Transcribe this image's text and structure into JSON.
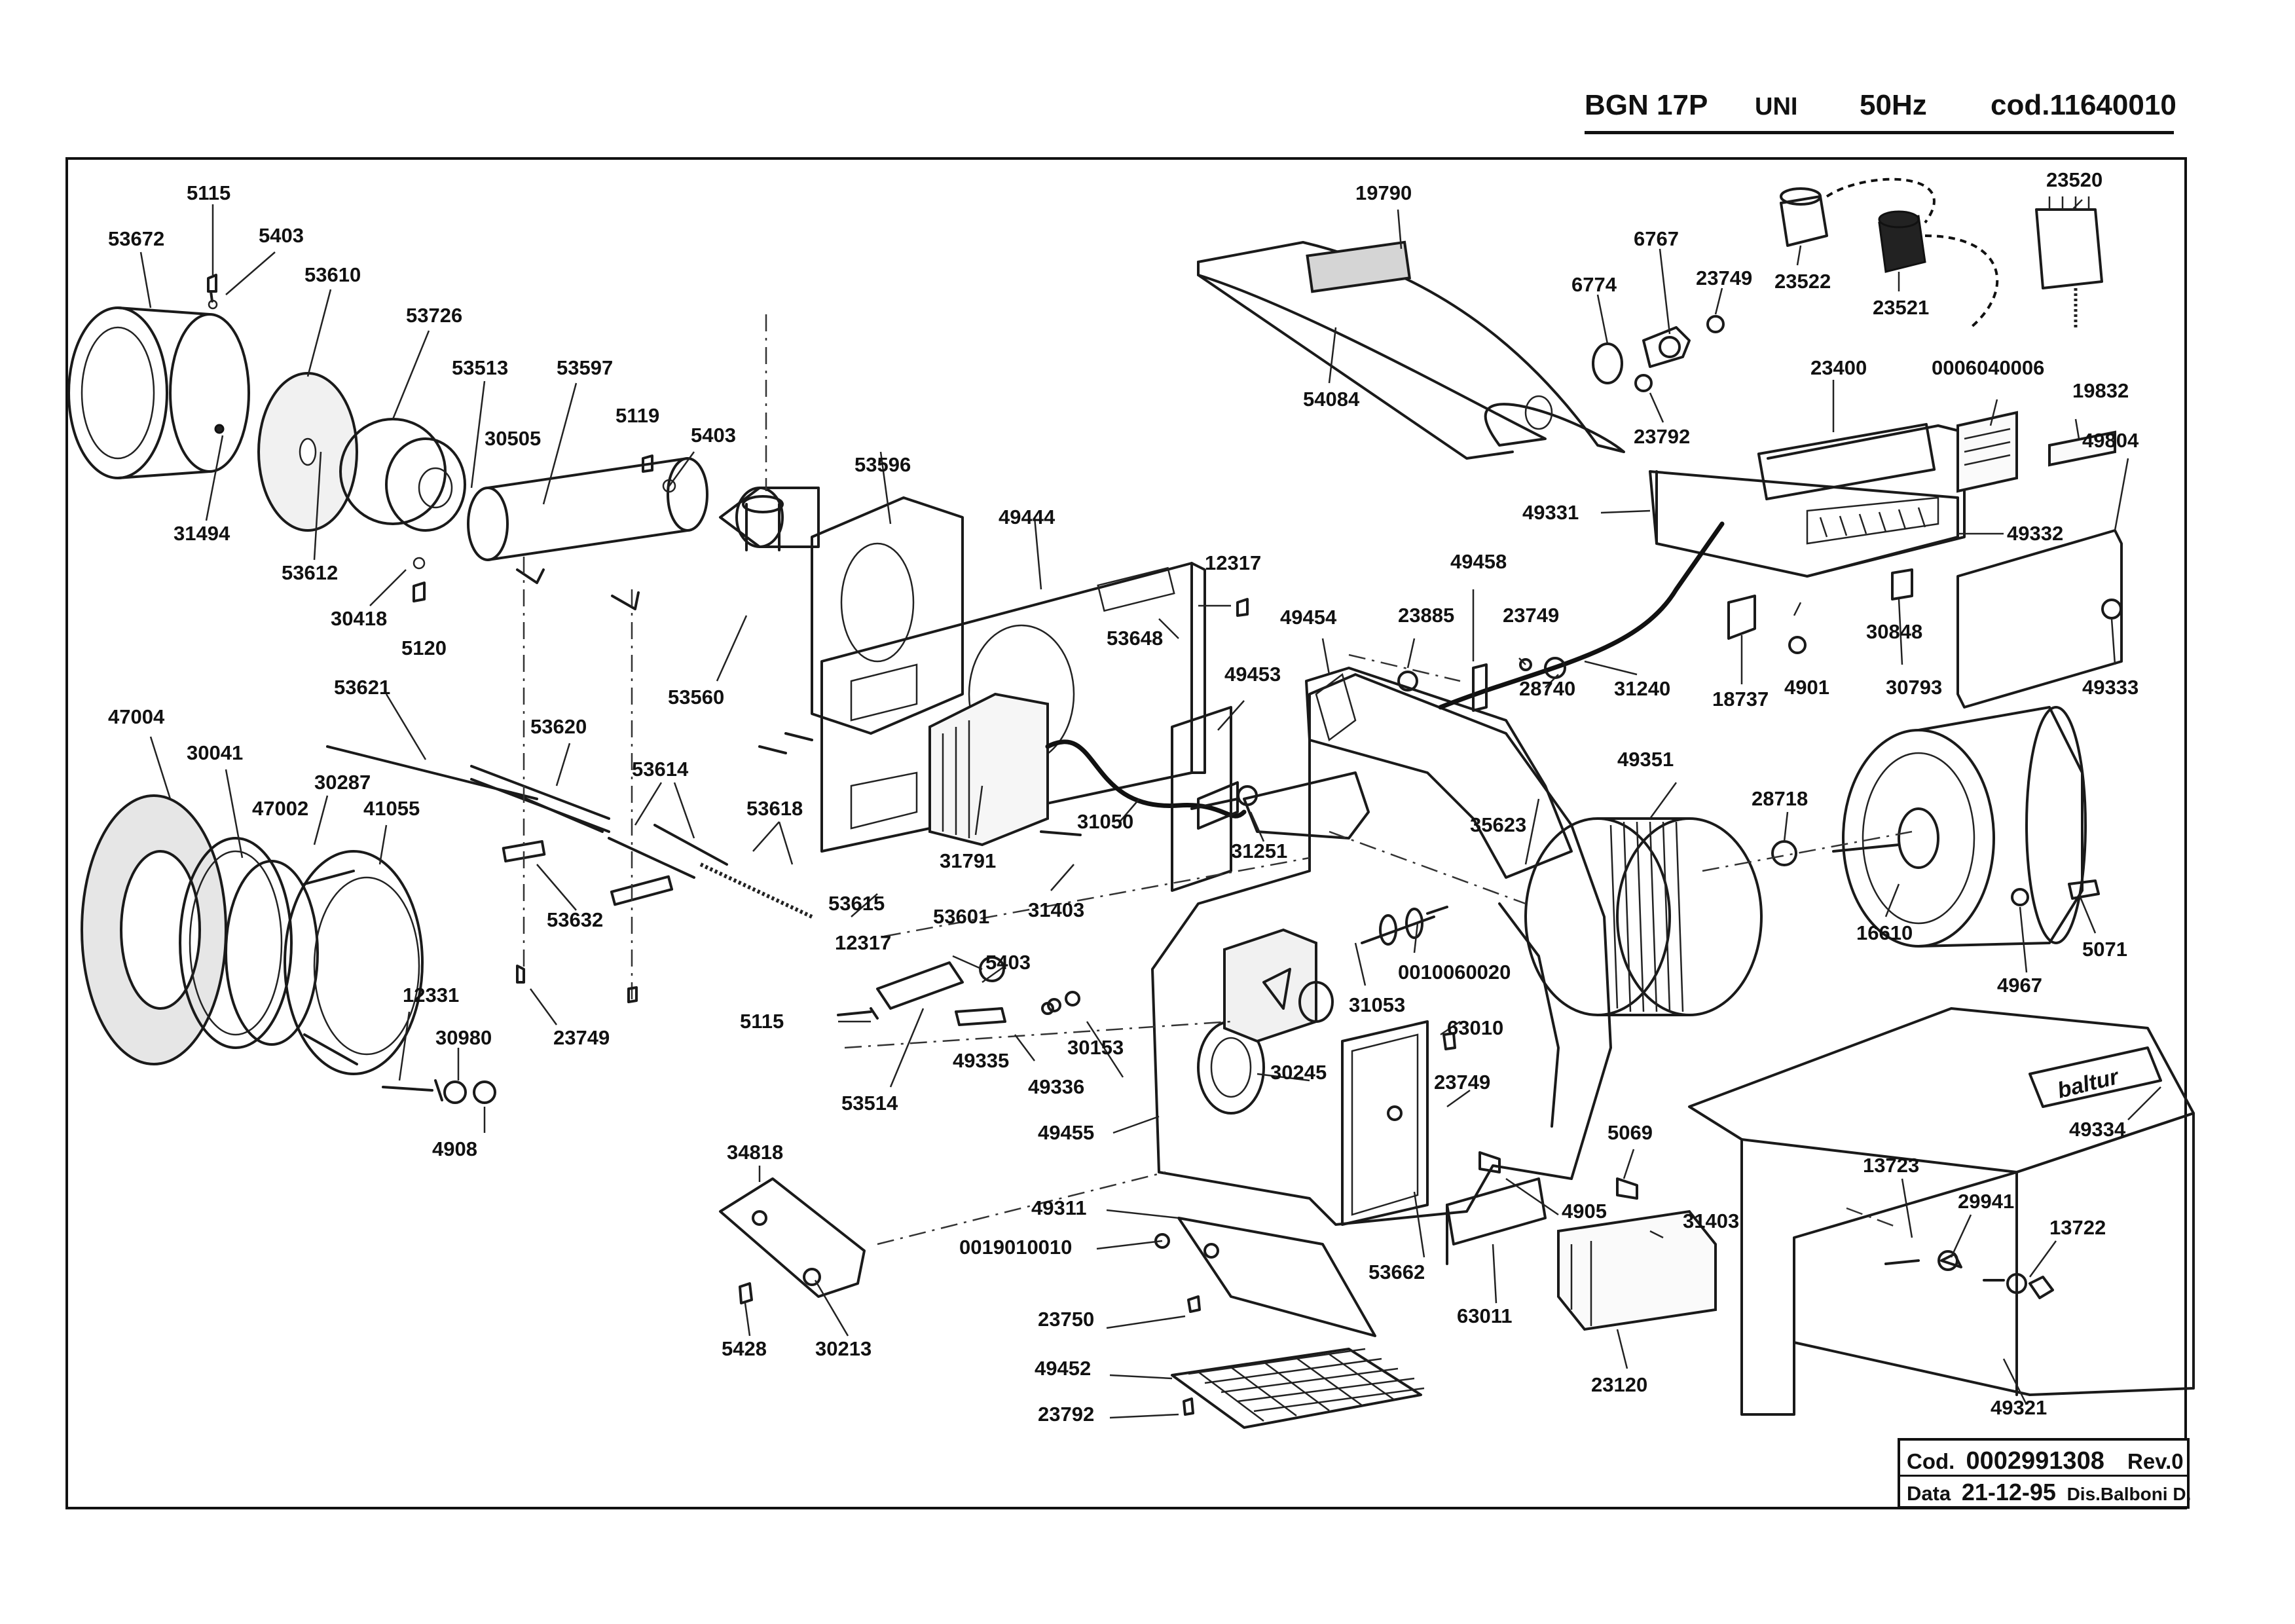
{
  "header": {
    "model": "BGN 17P",
    "variant": "UNI",
    "frequency": "50Hz",
    "code": "cod.11640010"
  },
  "title_block": {
    "code_label": "Cod.",
    "code_value": "0002991308",
    "revision": "Rev.0",
    "date_label": "Data",
    "date_value": "21-12-95",
    "designer": "Dis.Balboni D."
  },
  "brand_plate": "baltur",
  "part_labels": [
    "5115",
    "5403",
    "53672",
    "53610",
    "53726",
    "53513",
    "53597",
    "31494",
    "53612",
    "30505",
    "30418",
    "5120",
    "5119",
    "5403",
    "53596",
    "49444",
    "53560",
    "53621",
    "47004",
    "30041",
    "30287",
    "47002",
    "41055",
    "53620",
    "53614",
    "53618",
    "53632",
    "53615",
    "23749",
    "12331",
    "30980",
    "4908",
    "12317",
    "53648",
    "31791",
    "31050",
    "31403",
    "53601",
    "12317",
    "5403",
    "5115",
    "49335",
    "49336",
    "30153",
    "53514",
    "19790",
    "6767",
    "6774",
    "23749",
    "54084",
    "23792",
    "23522",
    "23521",
    "23520",
    "23400",
    "0006040006",
    "19832",
    "49331",
    "49332",
    "49804",
    "49458",
    "49454",
    "23885",
    "23749",
    "49453",
    "28740",
    "31240",
    "30848",
    "18737",
    "4901",
    "30793",
    "49333",
    "31251",
    "35623",
    "49351",
    "28718",
    "16610",
    "5071",
    "4967",
    "0010060020",
    "31053",
    "63010",
    "30245",
    "23749",
    "49455",
    "49334",
    "34818",
    "49311",
    "0019010010",
    "23750",
    "49452",
    "23792",
    "5428",
    "30213",
    "53662",
    "63011",
    "4905",
    "31403",
    "23120",
    "5069",
    "13723",
    "29941",
    "13722",
    "49321"
  ]
}
